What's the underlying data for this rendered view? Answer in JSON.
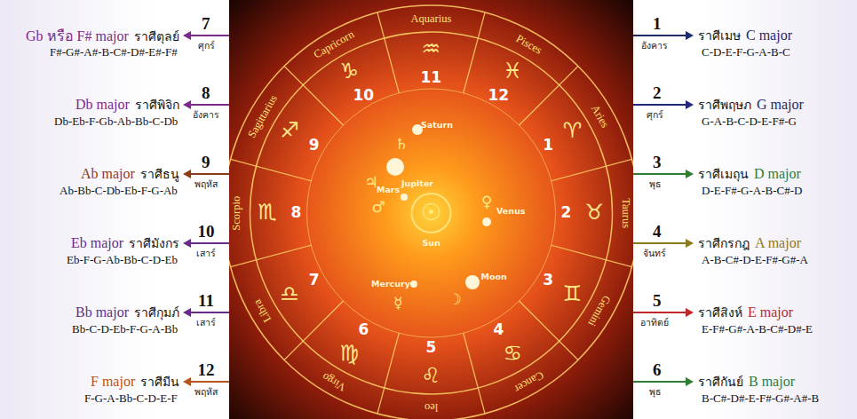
{
  "diagram": {
    "labels": [
      "1",
      "อังคาร",
      "ราศีเมษ",
      "C major",
      "C-D-E-F-G-A-B-C",
      "2",
      "ศุกร์",
      "ราศีพฤษภ",
      "G major",
      "G-A-B-C-D-E-F#-G",
      "3",
      "พุธ",
      "ราศีเมถุน",
      "D major",
      "D-E-F#-G-A-B-C#-D",
      "4",
      "จันทร์",
      "ราศีกรกฎ",
      "A major",
      "A-B-C#-D-E-F#-G#-A",
      "5",
      "อาทิตย์",
      "ราศีสิงห์",
      "E major",
      "E-F#-G#-A-B-C#-D#-E",
      "6",
      "พุธ",
      "ราศีกันย์",
      "B major",
      "B-C#-D#-E-F#-G#-A#-B",
      "Gb หรือ F# major",
      "ราศีตุลย์",
      "7",
      "ศุกร์",
      "F#-G#-A#-B-C#-D#-E#-F#",
      "Db major",
      "ราศีพิจิก",
      "8",
      "อังคาร",
      "Db-Eb-F-Gb-Ab-Bb-C-Db",
      "Ab major",
      "ราศีธนู",
      "9",
      "พฤหัส",
      "Ab-Bb-C-Db-Eb-F-G-Ab",
      "Eb major",
      "ราศีมังกร",
      "10",
      "เสาร์",
      "Eb-F-G-Ab-Bb-C-D-Eb",
      "Bb major",
      "ราศีกุมภ์",
      "11",
      "เสาร์",
      "Bb-C-D-Eb-F-G-A-Bb",
      "F major",
      "ราศีมีน",
      "12",
      "พฤหัส",
      "F-G-A-Bb-C-D-E-F",
      "Aquarius",
      "Pisces",
      "Aries",
      "Taurus",
      "Gemini",
      "Cancer",
      "leo",
      "Virgo",
      "Libra",
      "Scorpio",
      "Sagittarius",
      "Capricorn",
      "♒",
      "♓",
      "♈",
      "♉",
      "♊",
      "♋",
      "♌",
      "♍",
      "♎",
      "♏",
      "♐",
      "♑",
      "11",
      "12",
      "1",
      "2",
      "3",
      "4",
      "5",
      "6",
      "7",
      "8",
      "9",
      "10",
      "Saturn",
      "Jupiter",
      "Mars",
      "Sun",
      "Venus",
      "Mercury",
      "Moon",
      "♄",
      "♃",
      "♂",
      "☉",
      "♀",
      "☿",
      "☽"
    ]
  }
}
